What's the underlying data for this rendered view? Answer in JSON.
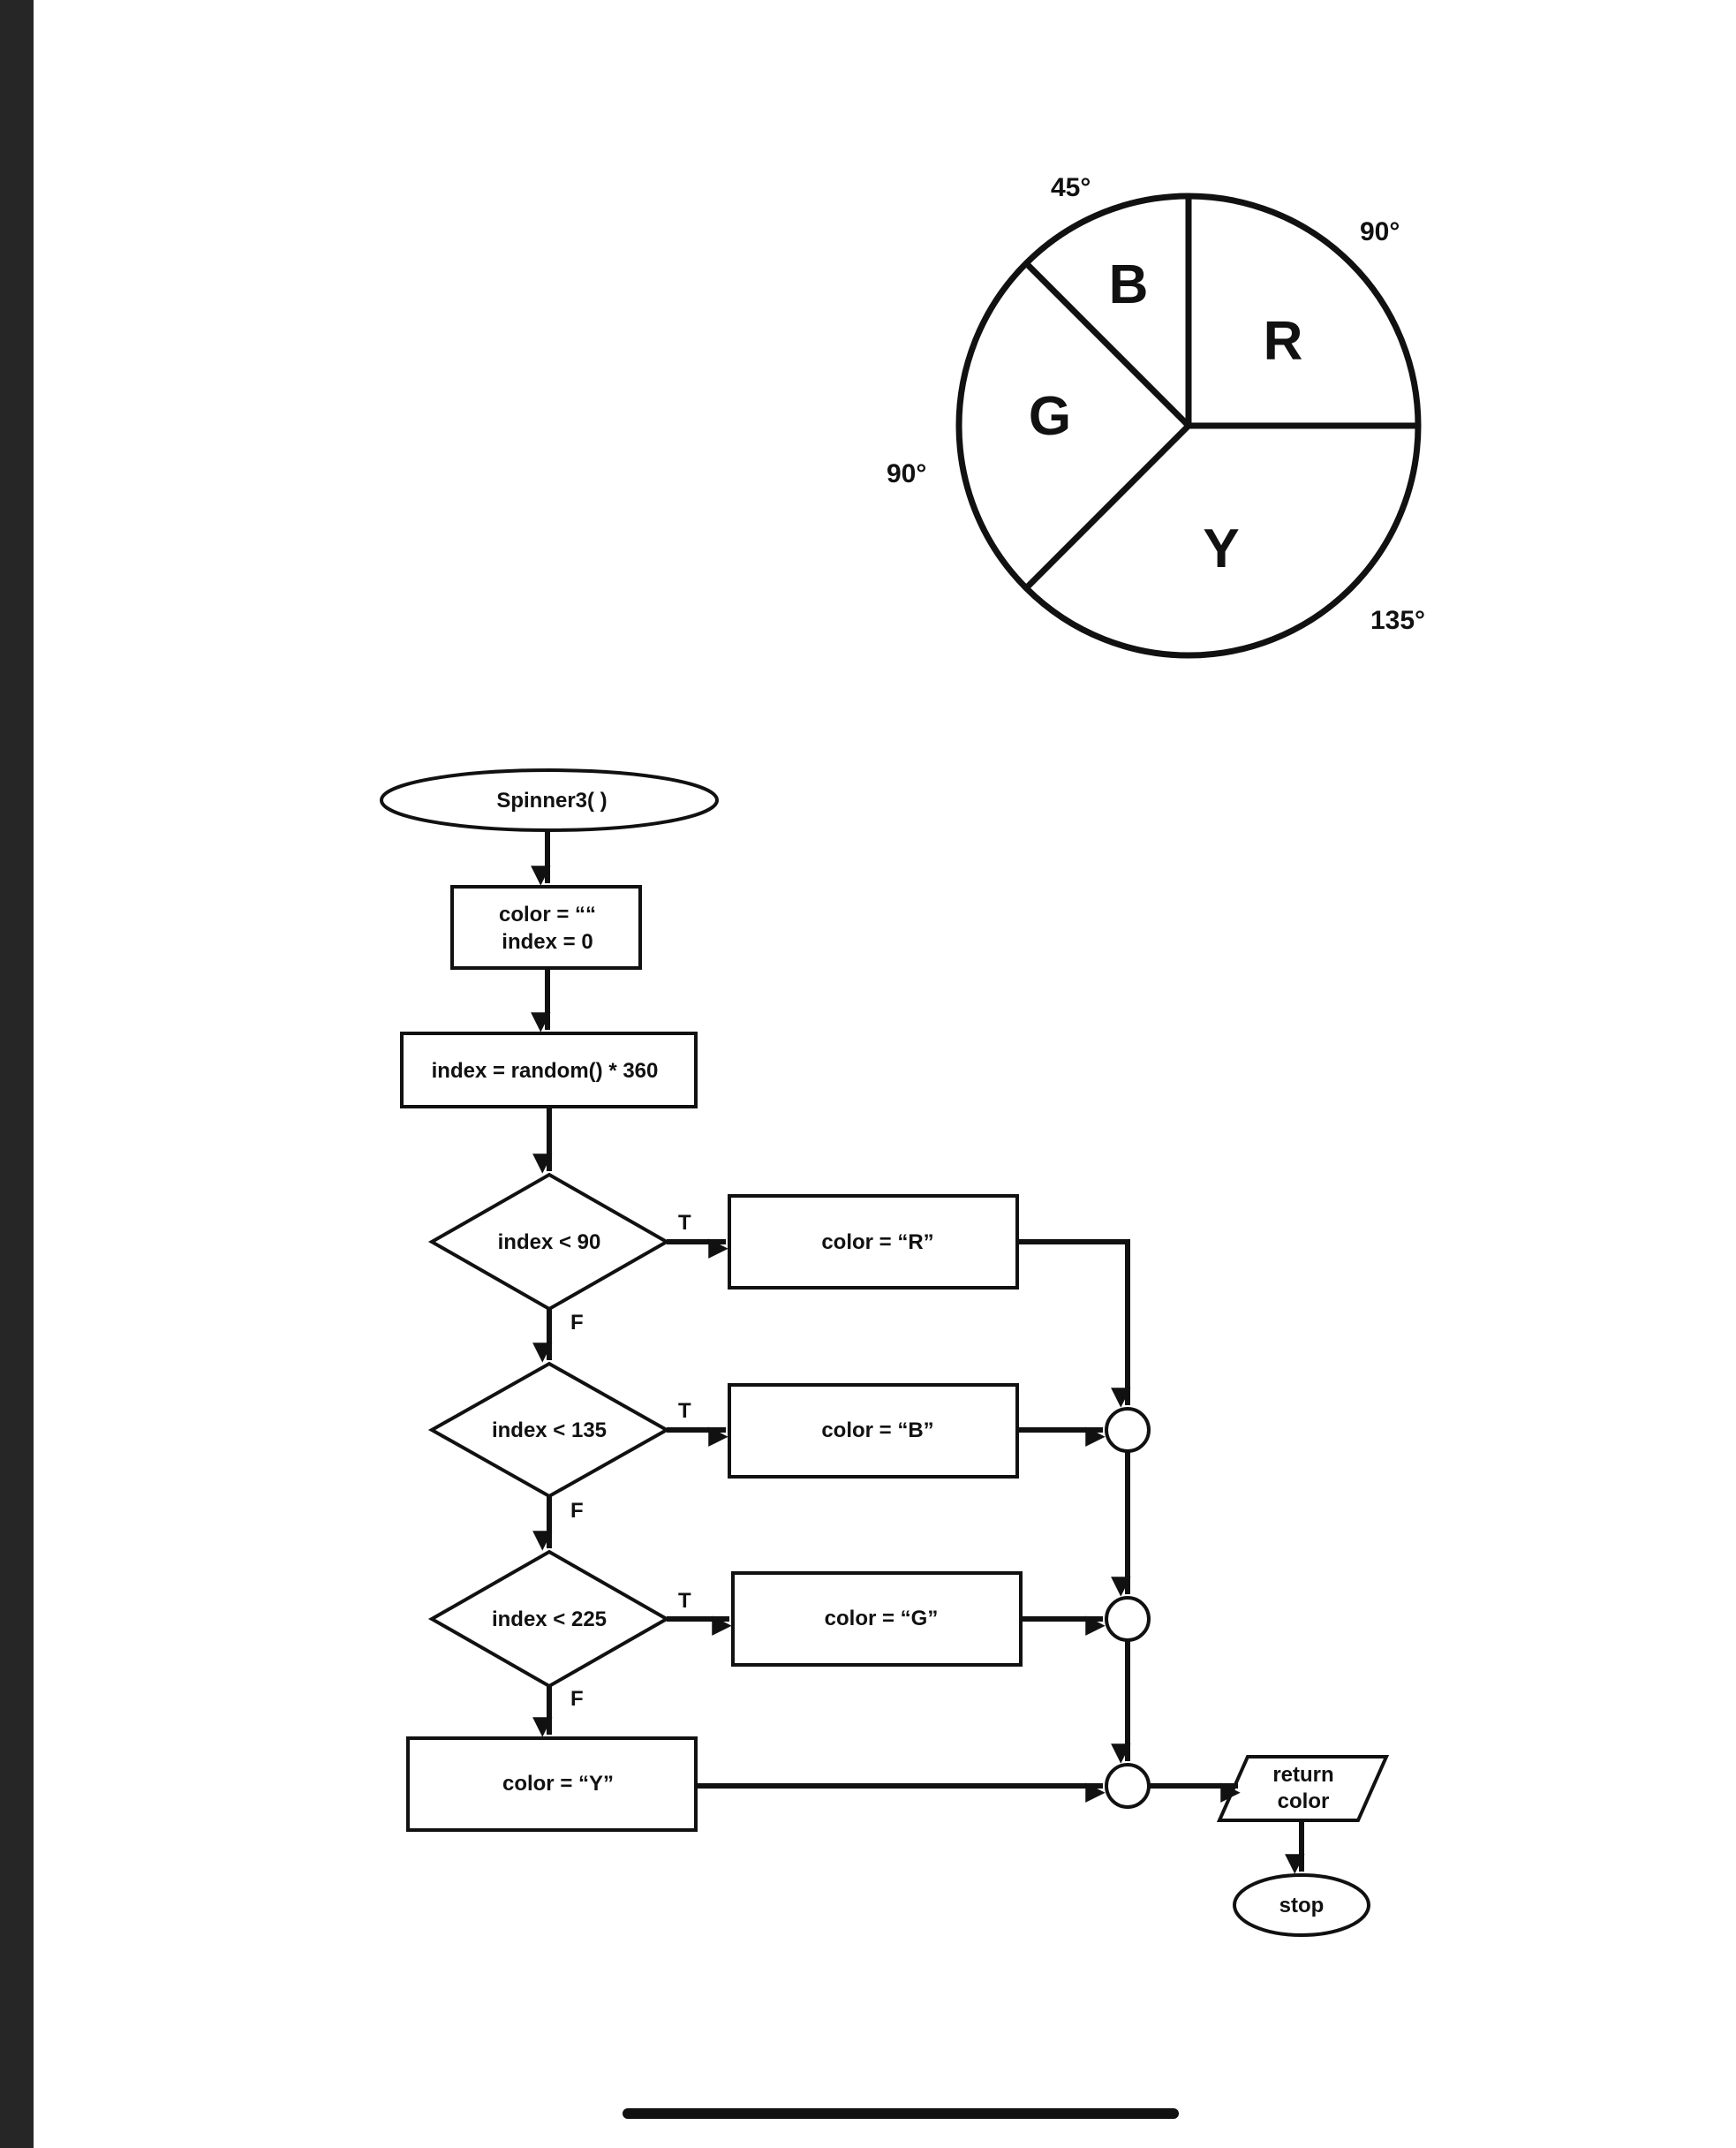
{
  "spinner": {
    "sectors": [
      {
        "letter": "R",
        "degrees": "90°"
      },
      {
        "letter": "Y",
        "degrees": "135°"
      },
      {
        "letter": "G",
        "degrees": "90°"
      },
      {
        "letter": "B",
        "degrees": "45°"
      }
    ]
  },
  "flowchart": {
    "start": "Spinner3( )",
    "init_line1": "color = ““",
    "init_line2": "index = 0",
    "random": "index = random() * 360",
    "decisions": [
      "index < 90",
      "index < 135",
      "index < 225"
    ],
    "assignments": [
      "color = “R”",
      "color = “B”",
      "color = “G”"
    ],
    "default_assignment": "color = “Y”",
    "true_label": "T",
    "false_label": "F",
    "output_line1": "return",
    "output_line2": "color",
    "stop": "stop"
  }
}
